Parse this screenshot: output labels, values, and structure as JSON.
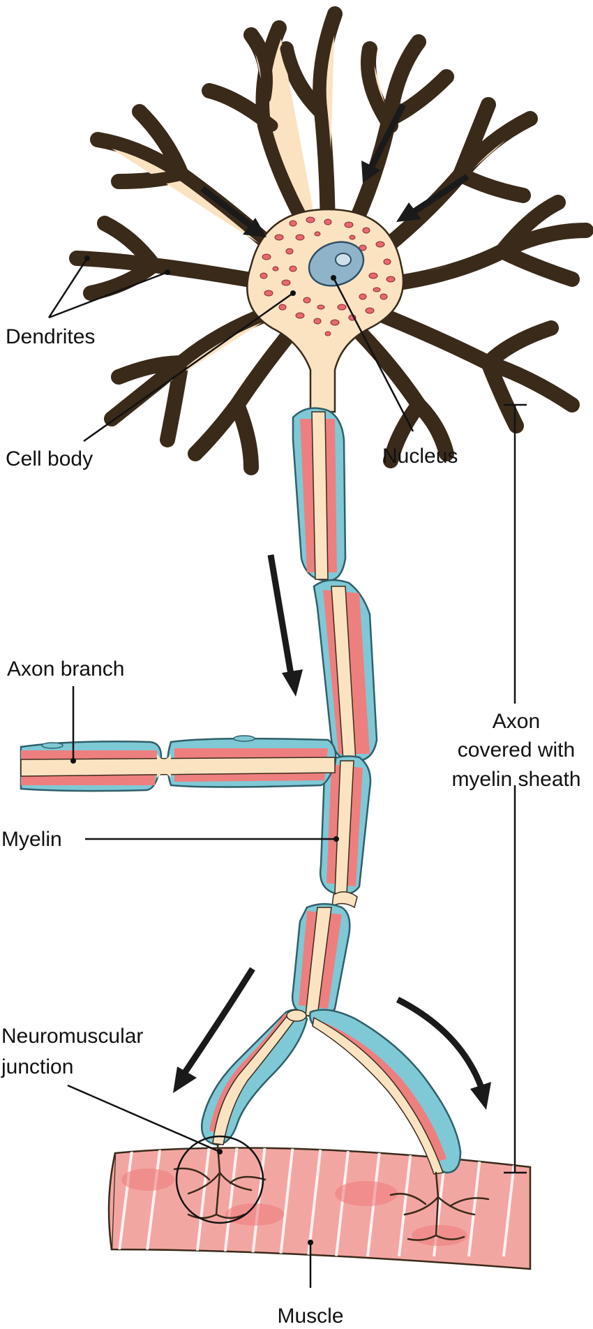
{
  "labels": {
    "dendrites": "Dendrites",
    "cell_body": "Cell body",
    "nucleus": "Nucleus",
    "axon_branch": "Axon branch",
    "myelin": "Myelin",
    "axon_line1": "Axon",
    "axon_line2": "covered with",
    "axon_line3": "myelin sheath",
    "neuromuscular_line1": "Neuromuscular",
    "neuromuscular_line2": "junction",
    "muscle": "Muscle"
  },
  "colors": {
    "cytoplasm": "#fbe3c2",
    "outline": "#3a2a1a",
    "nucleus": "#8fb3c8",
    "granules": "#e8686f",
    "myelin_outer": "#7fc9d6",
    "myelin_inner": "#ee7f7f",
    "muscle": "#f2a6a2",
    "muscle_stripe": "#ffffff"
  }
}
